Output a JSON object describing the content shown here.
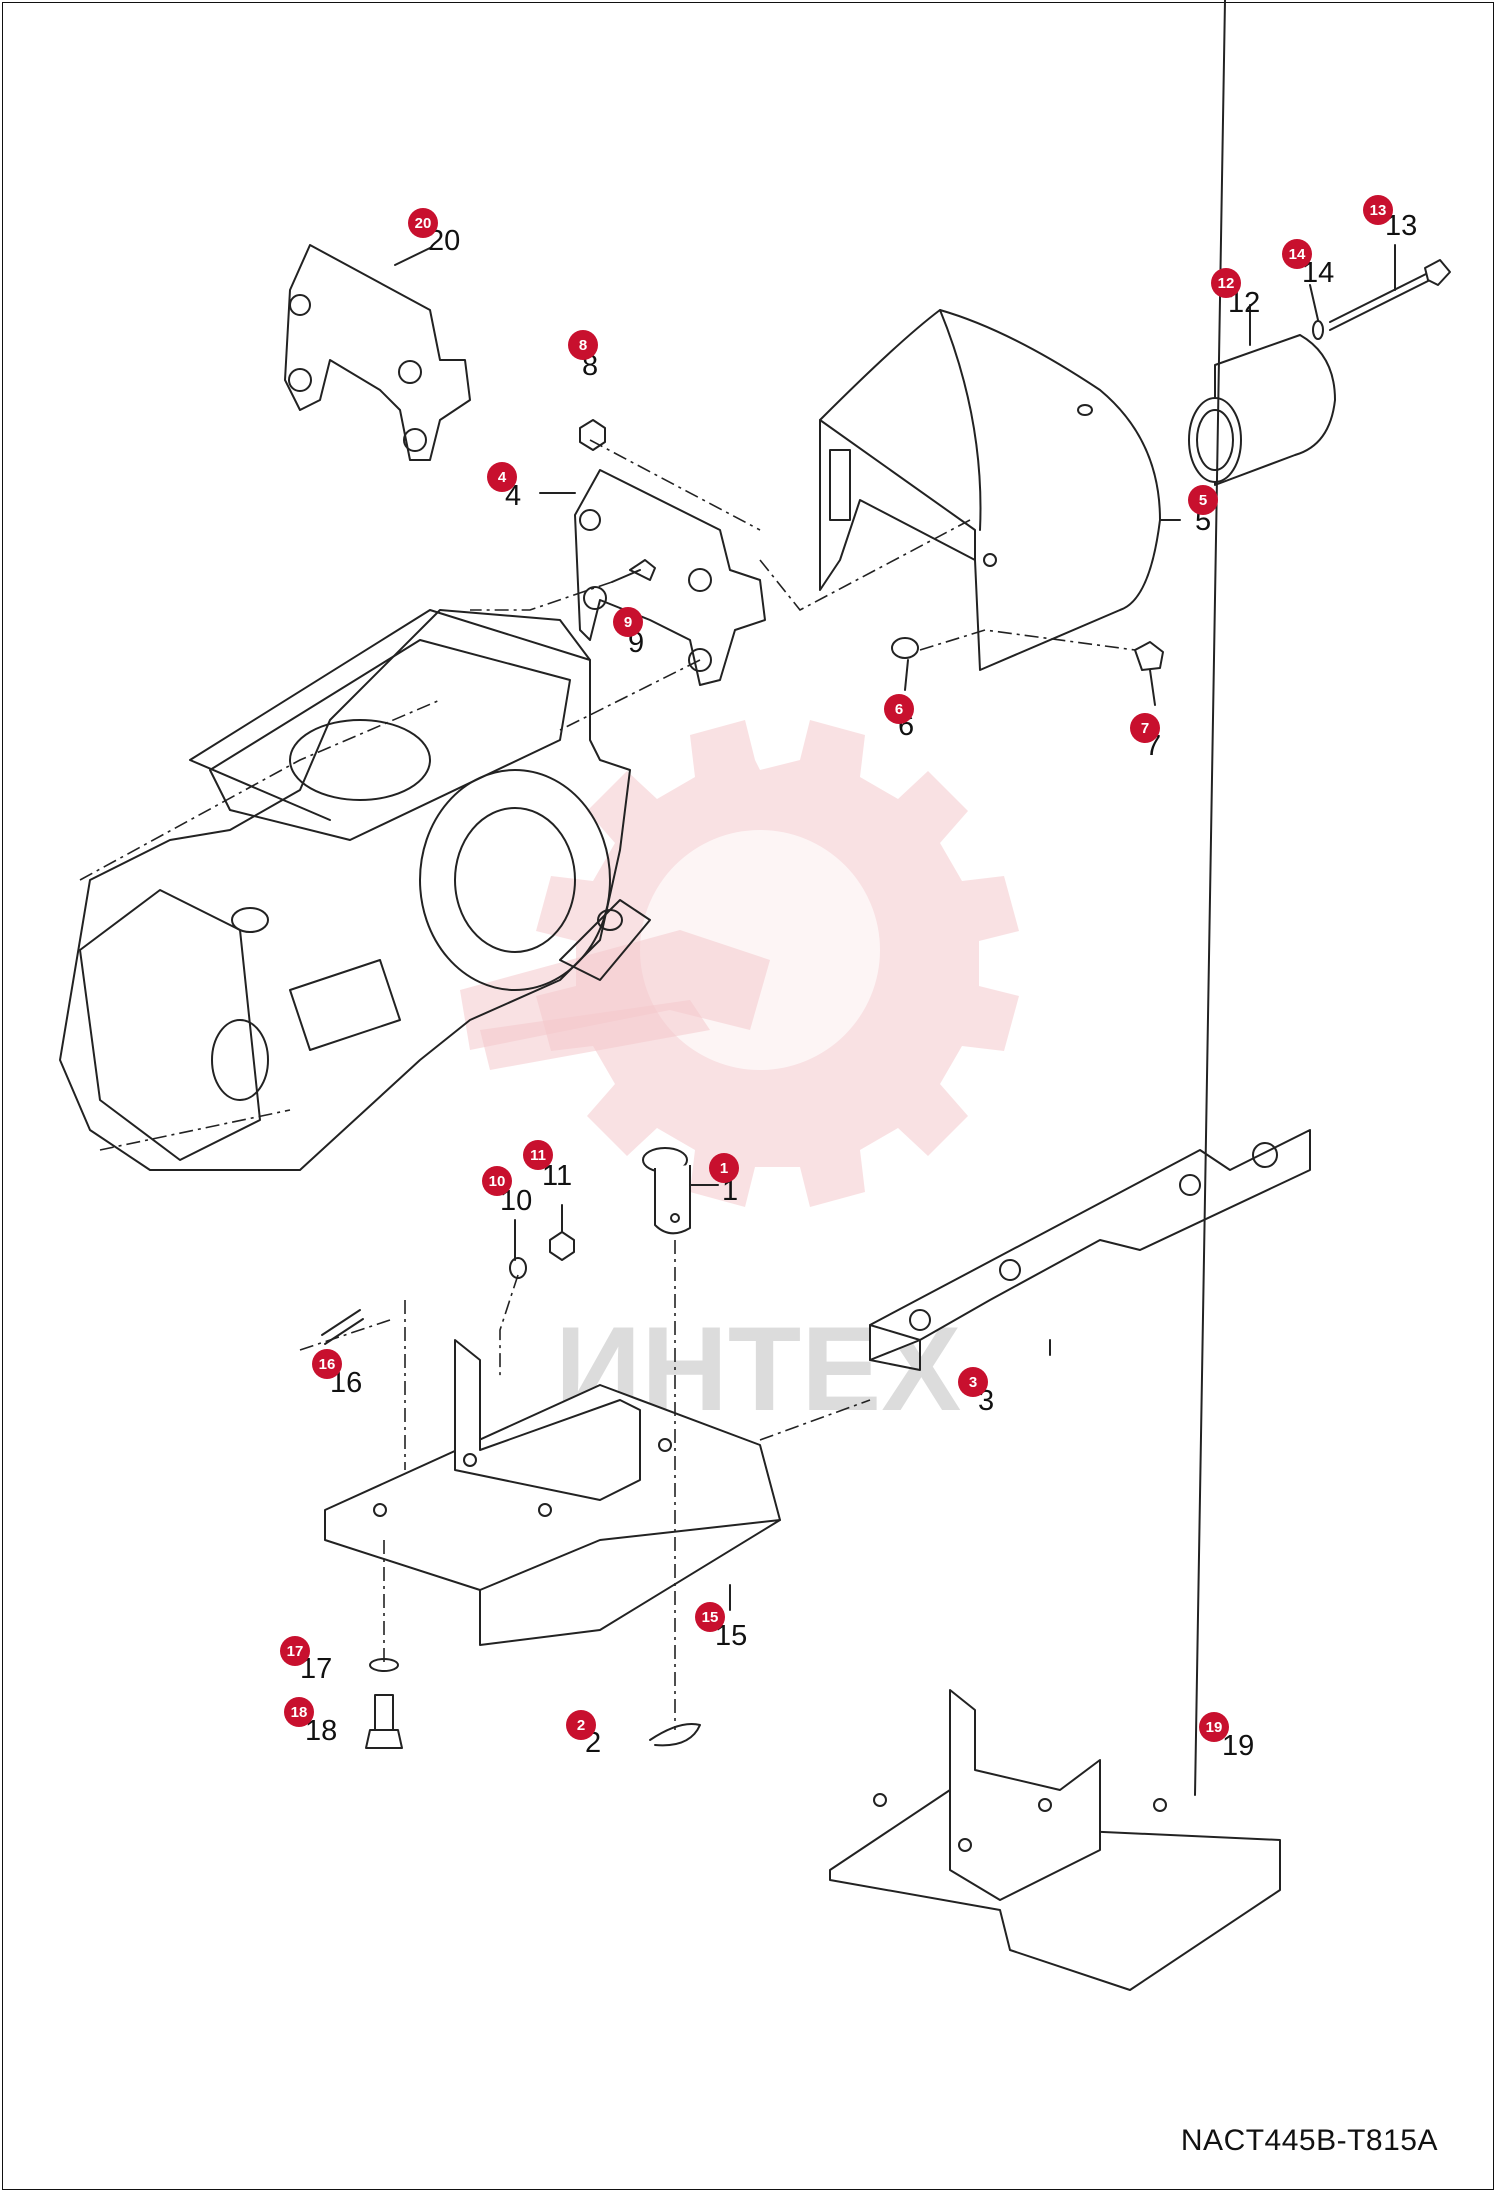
{
  "reference_code": "NACT445B-T815A",
  "watermark_text": "ИНТЕХ",
  "accent_color": "#c8102e",
  "callouts": [
    {
      "id": "1",
      "label": "1"
    },
    {
      "id": "2",
      "label": "2"
    },
    {
      "id": "3",
      "label": "3"
    },
    {
      "id": "4",
      "label": "4"
    },
    {
      "id": "5",
      "label": "5"
    },
    {
      "id": "6",
      "label": "6"
    },
    {
      "id": "7",
      "label": "7"
    },
    {
      "id": "8",
      "label": "8"
    },
    {
      "id": "9",
      "label": "9"
    },
    {
      "id": "10",
      "label": "10"
    },
    {
      "id": "11",
      "label": "11"
    },
    {
      "id": "12",
      "label": "12"
    },
    {
      "id": "13",
      "label": "13"
    },
    {
      "id": "14",
      "label": "14"
    },
    {
      "id": "15",
      "label": "15"
    },
    {
      "id": "16",
      "label": "16"
    },
    {
      "id": "17",
      "label": "17"
    },
    {
      "id": "18",
      "label": "18"
    },
    {
      "id": "19",
      "label": "19"
    },
    {
      "id": "20",
      "label": "20"
    }
  ]
}
